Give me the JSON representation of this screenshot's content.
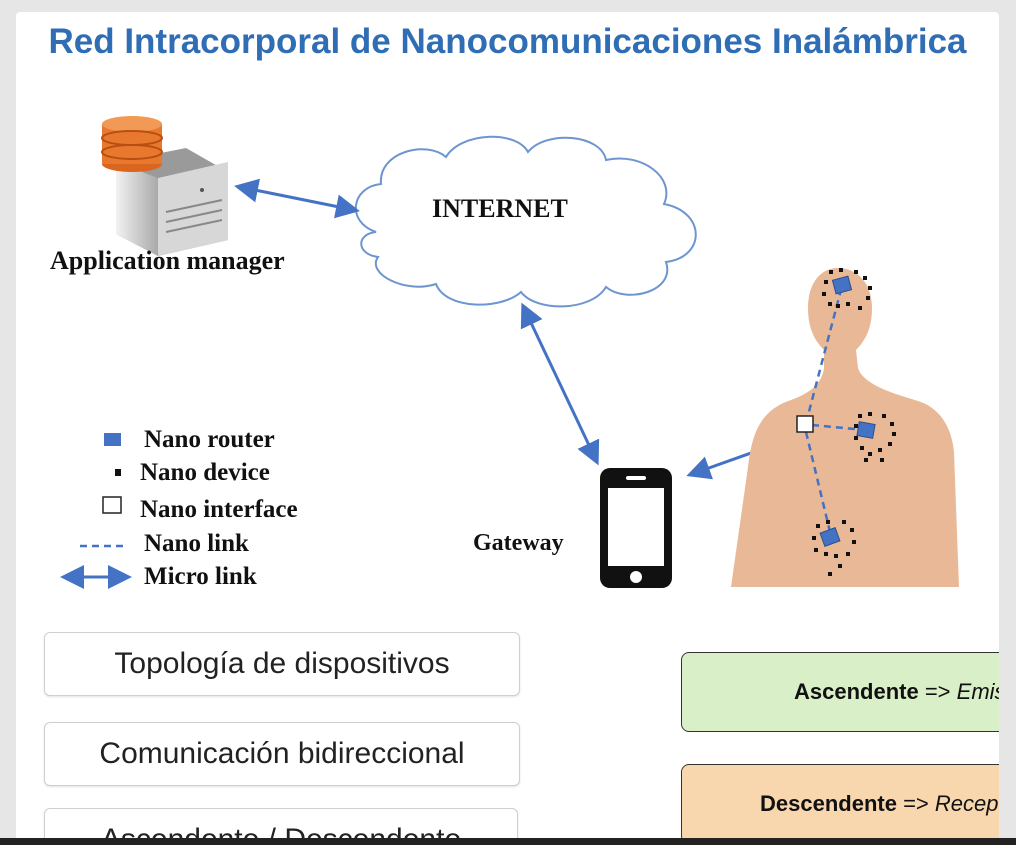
{
  "title": "Red Intracorporal de Nanocomunicaciones Inalámbrica",
  "diagram": {
    "app_manager_label": "Application manager",
    "internet_label": "INTERNET",
    "gateway_label": "Gateway",
    "legend": [
      {
        "label": "Nano router"
      },
      {
        "label": "Nano device"
      },
      {
        "label": "Nano interface"
      },
      {
        "label": "Nano link"
      },
      {
        "label": "Micro link"
      }
    ]
  },
  "buttons": [
    {
      "label": "Topología de dispositivos"
    },
    {
      "label": "Comunicación bidireccional"
    },
    {
      "label": "Ascendente / Descendente"
    }
  ],
  "boxes": {
    "ascendente": {
      "term": "Ascendente",
      "arrow": " => ",
      "desc": "Emis"
    },
    "descendente": {
      "term": "Descendente",
      "arrow": " => ",
      "desc": "Recep"
    }
  },
  "colors": {
    "title": "#2f6db5",
    "link": "#4472c4",
    "router": "#4472c4",
    "skin": "#e9b896",
    "box_asc": "#d9efc8",
    "box_desc": "#f8d6ae"
  }
}
